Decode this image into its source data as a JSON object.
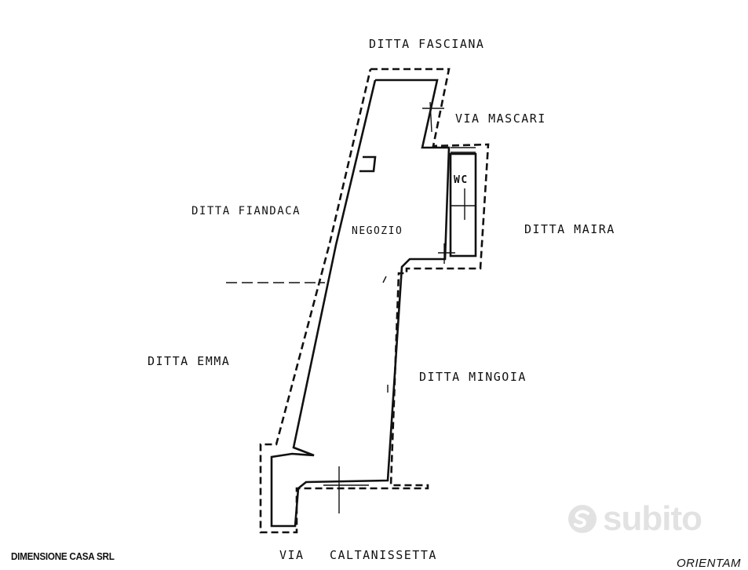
{
  "plan": {
    "labels": {
      "fasciana": "DITTA FASCIANA",
      "mascari": "VIA MASCARI",
      "fiandaca": "DITTA FIANDACA",
      "negozio": "NEGOZIO",
      "wc": "WC",
      "maira": "DITTA MAIRA",
      "emma": "DITTA EMMA",
      "mingoia": "DITTA MINGOIA",
      "via": "VIA",
      "caltanissetta": "CALTANISSETTA"
    }
  },
  "footer": {
    "company": "DIMENSIONE CASA SRL",
    "orientation": "ORIENTAM"
  },
  "watermark": {
    "brand": "subito",
    "icon": "subito-logo-icon"
  }
}
